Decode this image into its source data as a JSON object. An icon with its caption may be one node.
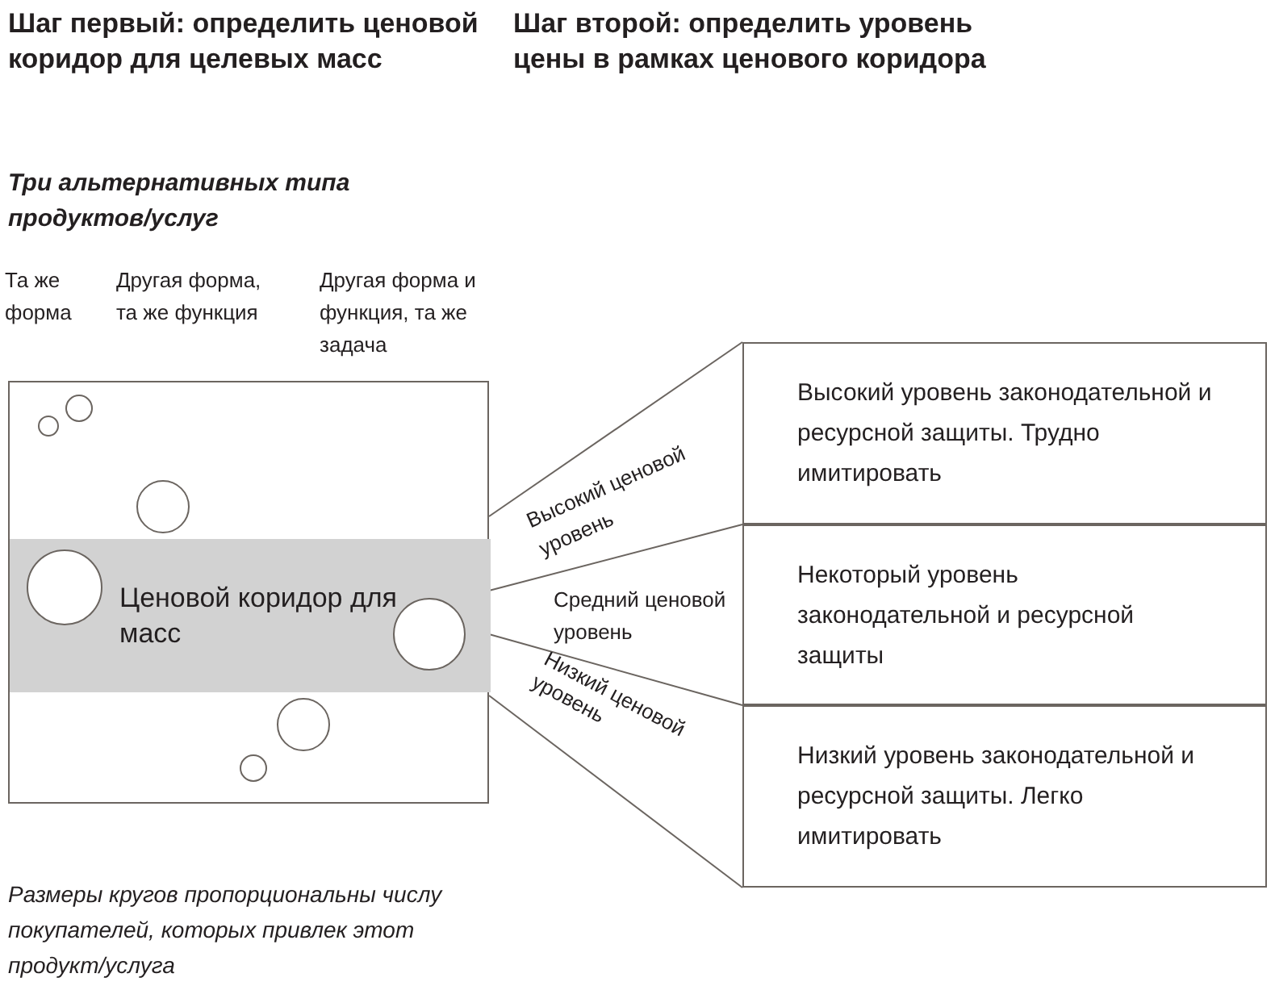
{
  "diagram": {
    "nodes": [
      {
        "text": [],
        "shape": "box"
      },
      {
        "text": [
          "Ценовой коридор для масс"
        ],
        "in": 0
      },
      {
        "text": [
          "Высокий уровень законодательной и ресурсной защиты. Трудно имитировать"
        ]
      },
      {
        "text": [
          "Некоторый уровень законодательной и ресурсной защиты"
        ]
      },
      {
        "text": [
          "Низкий уровень законодательной и ресурсной защиты. Легко имитировать"
        ]
      }
    ],
    "edges": [
      {
        "from": 0,
        "to": 2,
        "arrow": "none"
      },
      {
        "from": 0,
        "to": 3,
        "arrow": "none"
      },
      {
        "from": 0,
        "to": 4,
        "arrow": "none"
      },
      {
        "from": 0,
        "to": 4,
        "arrow": "none"
      }
    ],
    "labels": [
      "Шаг первый: определить ценовой коридор для целевых масс",
      "Шаг второй: определить уровень цены в рамках ценового коридора",
      "Три альтернативных типа продуктов/услуг",
      "Та же форма",
      "Другая форма, та же функция",
      "Другая форма и функция, та же задача",
      "Высокий ценовой уровень",
      "Средний ценовой уровень",
      "Низкий ценовой уровень",
      "Размеры кругов пропорциональны числу покупателей, которых привлек этот продукт/услуга"
    ]
  }
}
